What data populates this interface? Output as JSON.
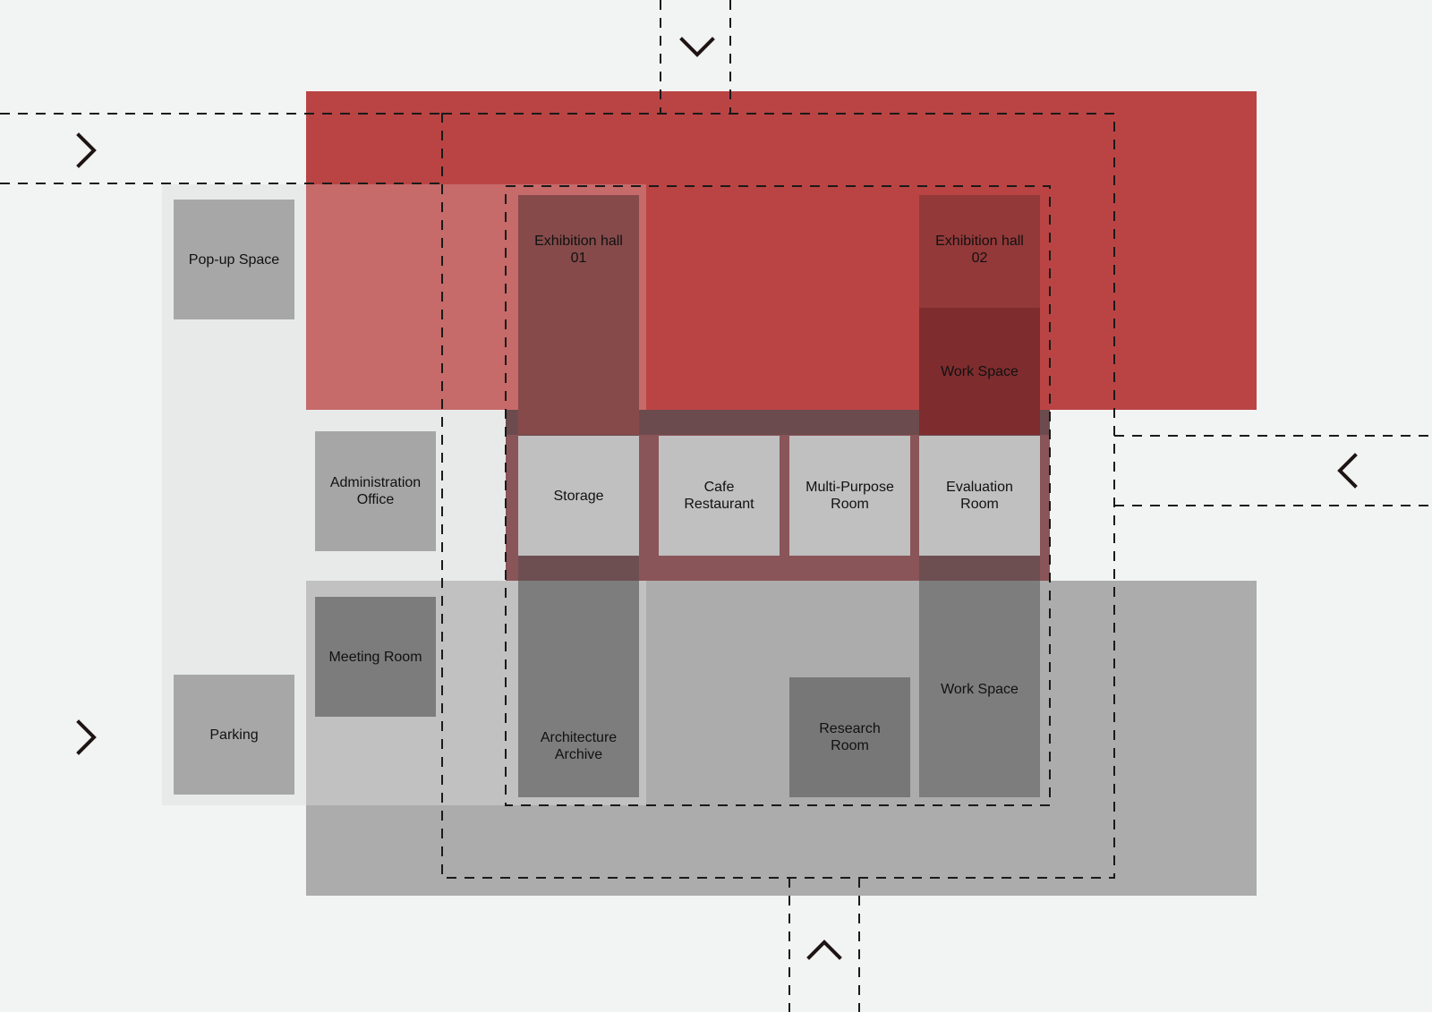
{
  "rooms": {
    "popup": "Pop-up Space",
    "exhibition1": "Exhibition hall\n01",
    "exhibition2": "Exhibition hall\n02",
    "workspace_top": "Work Space",
    "admin": "Administration\nOffice",
    "storage": "Storage",
    "cafe": "Cafe\nRestaurant",
    "multipurpose": "Multi-Purpose\nRoom",
    "evaluation": "Evaluation\nRoom",
    "meeting": "Meeting Room",
    "parking": "Parking",
    "archive": "Architecture\nArchive",
    "research": "Research\nRoom",
    "workspace_bottom": "Work Space"
  },
  "icons": {
    "entry_top": "chevron-down-icon",
    "entry_left_upper": "chevron-right-icon",
    "entry_left_lower": "chevron-right-icon",
    "entry_right": "chevron-left-icon",
    "entry_bottom": "chevron-up-icon"
  },
  "colors": {
    "background": "#f2f3f3",
    "public_zone_red": "#ba4444",
    "private_zone_gray": "#acacac",
    "service_strip": "#e8e9e9",
    "room_light": "#c0c0c0",
    "room_dark": "#7c7c7c",
    "room_deep_red": "#864a4a"
  }
}
